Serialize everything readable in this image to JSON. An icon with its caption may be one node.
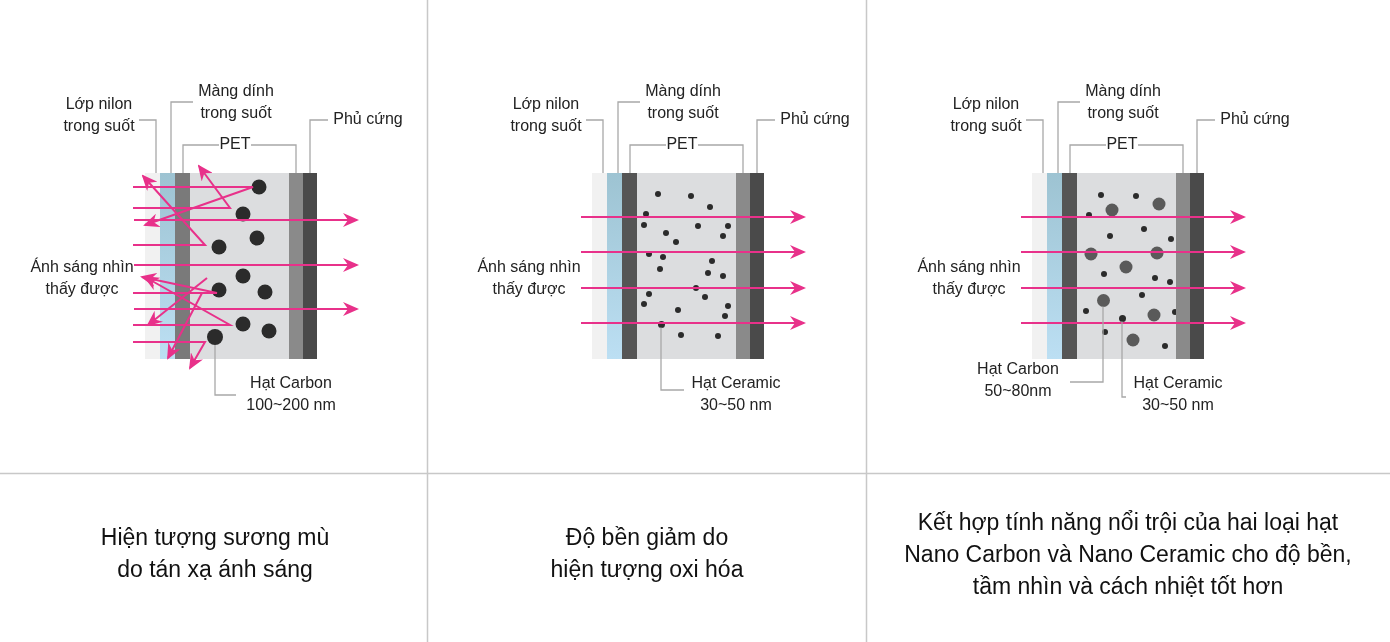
{
  "diagram": {
    "nodes": [
      {
        "text": [
          "Lớp nilon trong suốt"
        ]
      },
      {
        "text": [
          "Màng dính trong suốt"
        ]
      },
      {
        "text": [
          "PET"
        ]
      },
      {
        "text": [
          "Phủ cứng"
        ]
      },
      {
        "text": [],
        "shape": "bar"
      },
      {
        "text": [],
        "shape": "bar"
      },
      {
        "text": [],
        "shape": "bar"
      },
      {
        "text": [],
        "shape": "bar"
      },
      {
        "text": [],
        "shape": "bar"
      },
      {
        "text": [],
        "shape": "bar"
      },
      {
        "text": [],
        "shape": "circle",
        "in": 7
      },
      {
        "text": [
          "Hạt Carbon 100~200 nm"
        ]
      },
      {
        "text": [
          "Lớp nilon trong suốt"
        ]
      },
      {
        "text": [
          "Màng dính trong suốt"
        ]
      },
      {
        "text": [
          "PET"
        ]
      },
      {
        "text": [
          "Phủ cứng"
        ]
      },
      {
        "text": [],
        "shape": "bar"
      },
      {
        "text": [],
        "shape": "bar"
      },
      {
        "text": [],
        "shape": "bar"
      },
      {
        "text": [],
        "shape": "bar"
      },
      {
        "text": [],
        "shape": "bar"
      },
      {
        "text": [],
        "shape": "bar"
      },
      {
        "text": [],
        "shape": "circle",
        "in": 19
      },
      {
        "text": [
          "Hạt Ceramic 30~50 nm"
        ]
      },
      {
        "text": [
          "Lớp nilon trong suốt"
        ]
      },
      {
        "text": [
          "Màng dính trong suốt"
        ]
      },
      {
        "text": [
          "PET"
        ]
      },
      {
        "text": [
          "Phủ cứng"
        ]
      },
      {
        "text": [],
        "shape": "bar"
      },
      {
        "text": [],
        "shape": "bar"
      },
      {
        "text": [],
        "shape": "bar"
      },
      {
        "text": [],
        "shape": "bar"
      },
      {
        "text": [],
        "shape": "bar"
      },
      {
        "text": [],
        "shape": "bar"
      },
      {
        "text": [],
        "shape": "circle",
        "in": 31
      },
      {
        "text": [
          "Hạt Carbon 50~80nm"
        ]
      },
      {
        "text": [],
        "shape": "circle",
        "in": 31
      },
      {
        "text": [
          "Hạt Ceramic 30~50 nm"
        ]
      }
    ],
    "edges": [
      {
        "from": 0,
        "to": 4,
        "arrow": "none"
      },
      {
        "from": 1,
        "to": 5,
        "arrow": "none"
      },
      {
        "from": 2,
        "to": 6,
        "arrow": "none"
      },
      {
        "from": 2,
        "to": 8,
        "arrow": "none"
      },
      {
        "from": 3,
        "to": 9,
        "arrow": "none"
      },
      {
        "from": 11,
        "to": 10,
        "arrow": "none"
      },
      {
        "from": 12,
        "to": 16,
        "arrow": "none"
      },
      {
        "from": 13,
        "to": 17,
        "arrow": "none"
      },
      {
        "from": 14,
        "to": 18,
        "arrow": "none"
      },
      {
        "from": 14,
        "to": 20,
        "arrow": "none"
      },
      {
        "from": 15,
        "to": 21,
        "arrow": "none"
      },
      {
        "from": 23,
        "to": 22,
        "arrow": "none"
      },
      {
        "from": 24,
        "to": 28,
        "arrow": "none"
      },
      {
        "from": 25,
        "to": 29,
        "arrow": "none"
      },
      {
        "from": 26,
        "to": 30,
        "arrow": "none"
      },
      {
        "from": 26,
        "to": 32,
        "arrow": "none"
      },
      {
        "from": 27,
        "to": 33,
        "arrow": "none"
      },
      {
        "from": 35,
        "to": 34,
        "arrow": "none"
      },
      {
        "from": 37,
        "to": 36,
        "arrow": "none"
      }
    ],
    "labels": [
      "Ánh sáng nhìn thấy được",
      "Ánh sáng nhìn thấy được",
      "Ánh sáng nhìn thấy được",
      "Hiện tượng sương mù do tán xạ ánh sáng",
      "Độ bền giảm do hiện tượng oxi hóa",
      "Kết hợp tính năng nổi trội của hai loại hạt Nano Carbon và Nano Ceramic cho độ bền, tầm nhìn và cách nhiệt tốt hơn"
    ]
  }
}
